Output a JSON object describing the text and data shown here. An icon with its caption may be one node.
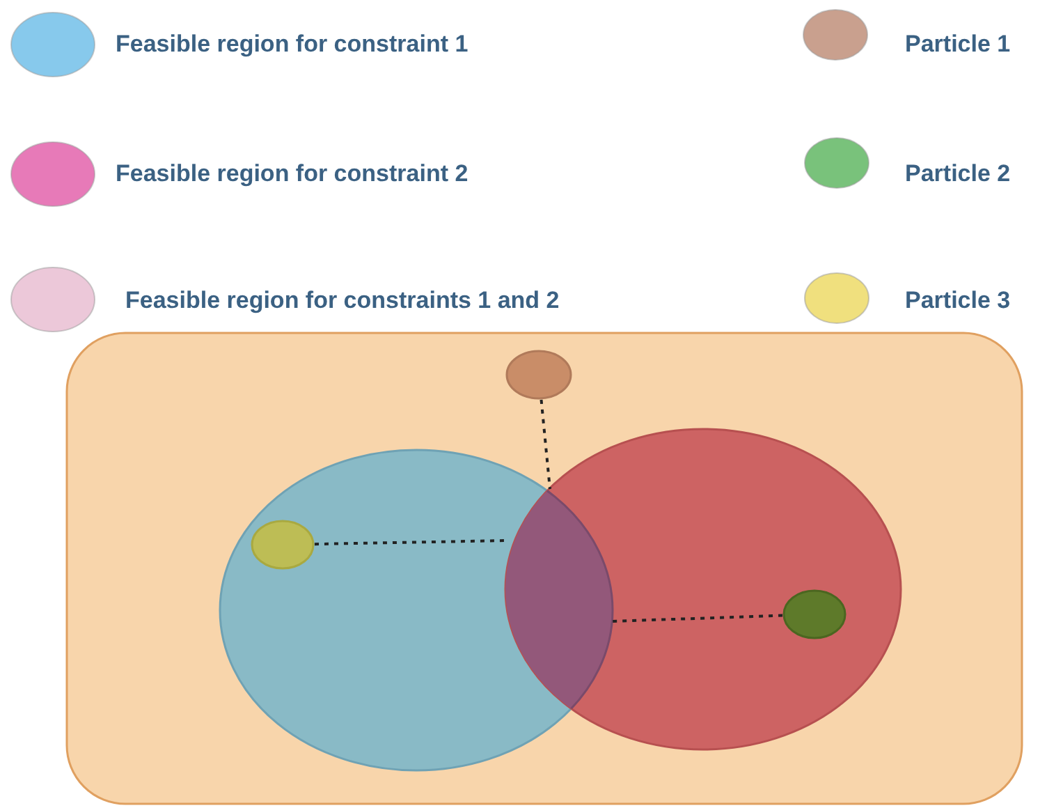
{
  "diagram": {
    "nodes": [
      {
        "text": [],
        "shape": "box"
      },
      {
        "text": [],
        "shape": "circle",
        "in": 0
      },
      {
        "text": [],
        "shape": "circle",
        "in": 0
      },
      {
        "text": [],
        "shape": "circle",
        "in": 0
      },
      {
        "text": [],
        "shape": "circle",
        "in": 2
      },
      {
        "text": [],
        "shape": "circle",
        "in": 3
      },
      {
        "text": [],
        "shape": "lens",
        "in": 0
      }
    ],
    "edges": [
      {
        "from": 1,
        "to": 6,
        "arrow": "none",
        "style": "dashed"
      },
      {
        "from": 4,
        "to": 6,
        "arrow": "none",
        "style": "dashed"
      },
      {
        "from": 5,
        "to": 6,
        "arrow": "none",
        "style": "dashed"
      }
    ],
    "legend": [
      {
        "text": "Feasible region for constraint 1",
        "color": "#87c9ec"
      },
      {
        "text": "Particle 1",
        "color": "#c9a08e"
      },
      {
        "text": "Feasible region for constraint 2",
        "color": "#e77ab8"
      },
      {
        "text": "Particle 2",
        "color": "#79c27b"
      },
      {
        "text": "Feasible region for constraints 1 and 2",
        "color": "#ecc8d9"
      },
      {
        "text": "Particle 3",
        "color": "#f0e07e"
      }
    ]
  }
}
